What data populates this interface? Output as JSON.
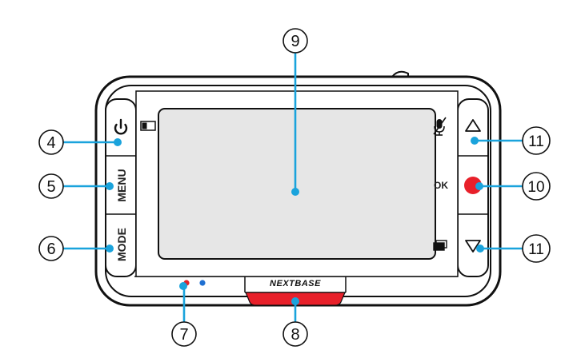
{
  "device": {
    "brand": "NEXTBASE",
    "ok_label": "OK",
    "menu_label": "MENU",
    "mode_label": "MODE",
    "power_icon": "power-icon",
    "mic_icon": "mic-mute-icon",
    "up_icon": "triangle-up-icon",
    "down_icon": "triangle-down-icon",
    "screen_left_icon": "battery-small-icon",
    "screen_right_icon": "overlay-icon",
    "led_colors": [
      "#e0242a",
      "#1f6fd1"
    ],
    "colors": {
      "record": "#e8202a",
      "callout_dot": "#1aa3dc",
      "callout_line": "#1aa3dc",
      "body_stroke": "#111111",
      "screen_fill": "#e6e6e6"
    }
  },
  "callouts": [
    {
      "id": "c4",
      "label": "4"
    },
    {
      "id": "c5",
      "label": "5"
    },
    {
      "id": "c6",
      "label": "6"
    },
    {
      "id": "c7",
      "label": "7"
    },
    {
      "id": "c8",
      "label": "8"
    },
    {
      "id": "c9",
      "label": "9"
    },
    {
      "id": "c10",
      "label": "10"
    },
    {
      "id": "c11a",
      "label": "11"
    },
    {
      "id": "c11b",
      "label": "11"
    }
  ]
}
